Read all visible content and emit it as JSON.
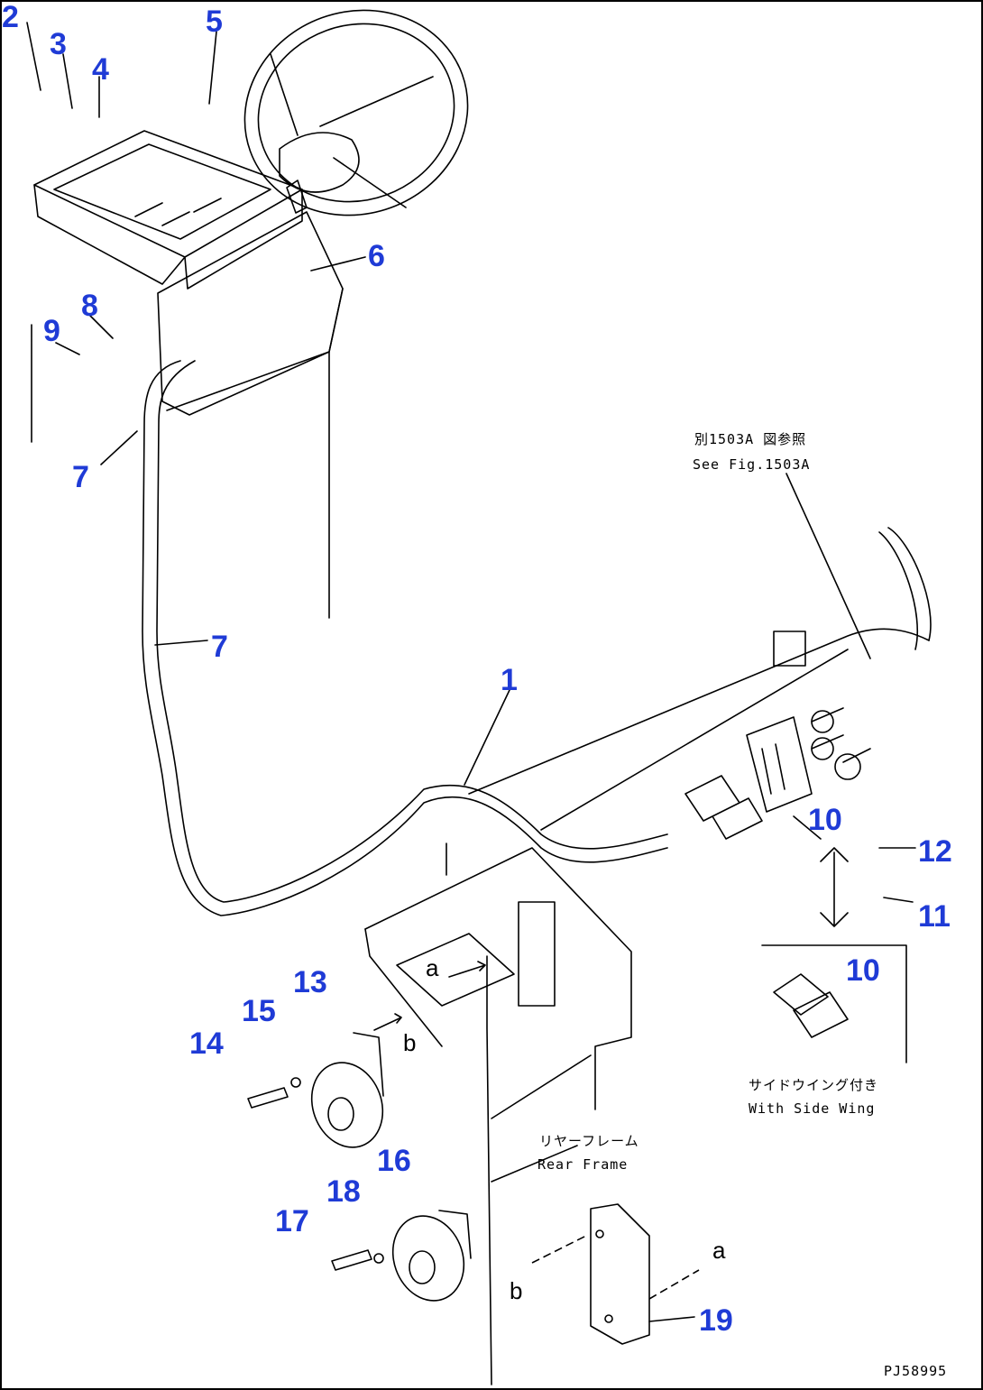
{
  "callouts": {
    "c1": "1",
    "c2": "2",
    "c3": "3",
    "c4": "4",
    "c5": "5",
    "c6": "6",
    "c7a": "7",
    "c7b": "7",
    "c8": "8",
    "c9": "9",
    "c10a": "10",
    "c10b": "10",
    "c11": "11",
    "c12": "12",
    "c13": "13",
    "c14": "14",
    "c15": "15",
    "c16": "16",
    "c17": "17",
    "c18": "18",
    "c19": "19"
  },
  "letters": {
    "a1": "a",
    "a2": "a",
    "b1": "b",
    "b2": "b"
  },
  "notes": {
    "see_fig_jp": "別1503A 図参照",
    "see_fig_en": "See Fig.1503A",
    "side_wing_jp": "サイドウイング付き",
    "side_wing_en": "With Side Wing",
    "rear_frame_jp": "リヤーフレーム",
    "rear_frame_en": "Rear Frame",
    "drawing_no": "PJ58995"
  }
}
